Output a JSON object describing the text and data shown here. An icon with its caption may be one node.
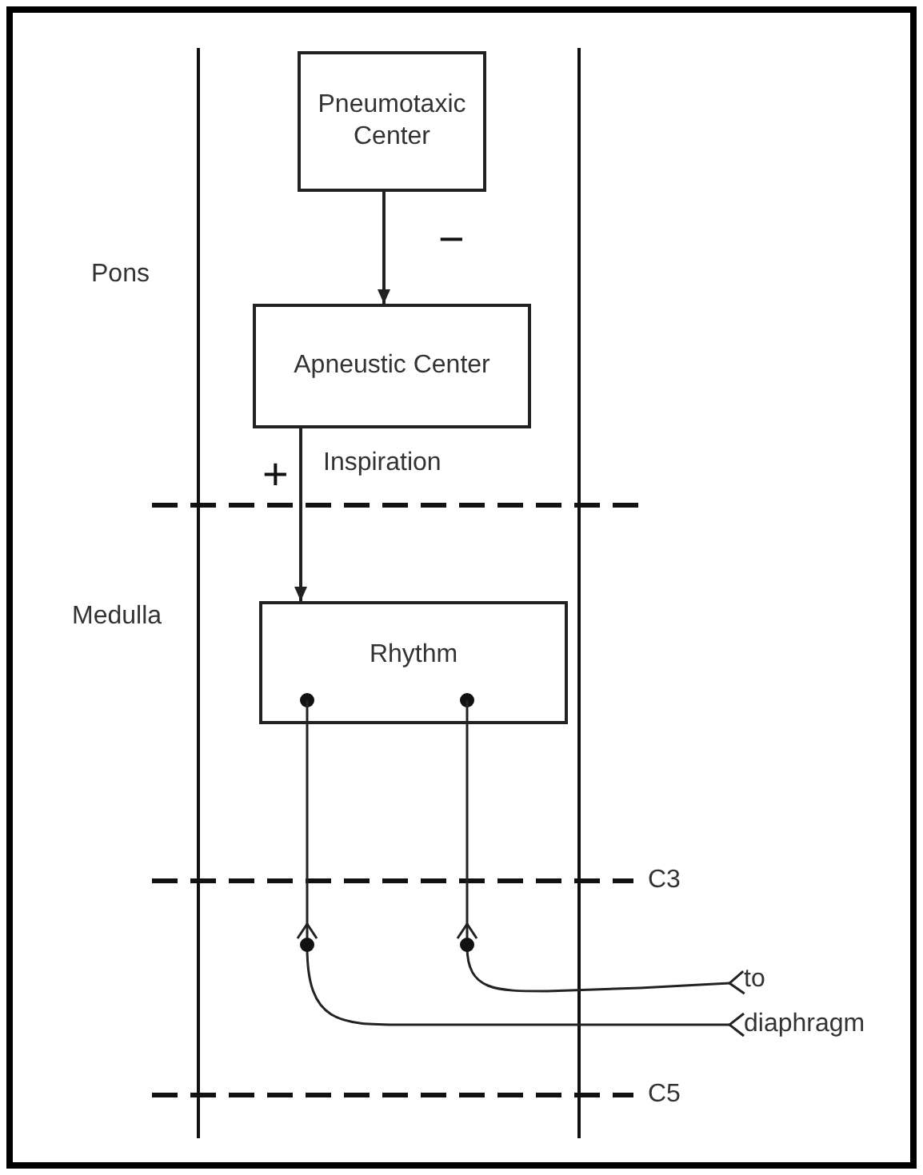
{
  "diagram": {
    "nodes": [
      {
        "text": [
          "Pneumotaxic Center"
        ]
      },
      {
        "text": [
          "Apneustic Center"
        ]
      },
      {
        "text": [
          "Rhythm"
        ]
      },
      {
        "text": [
          "to diaphragm"
        ]
      }
    ],
    "edges": [
      {
        "from": 0,
        "to": 1,
        "arrow": "to",
        "label": "−"
      },
      {
        "from": 1,
        "to": 2,
        "arrow": "to",
        "label": "+"
      },
      {
        "from": 2,
        "to": 3,
        "arrow": "other"
      },
      {
        "from": 2,
        "to": 3,
        "arrow": "other"
      }
    ],
    "labels": [
      "Pons",
      "Inspiration",
      "Medulla",
      "C3",
      "C5"
    ]
  }
}
